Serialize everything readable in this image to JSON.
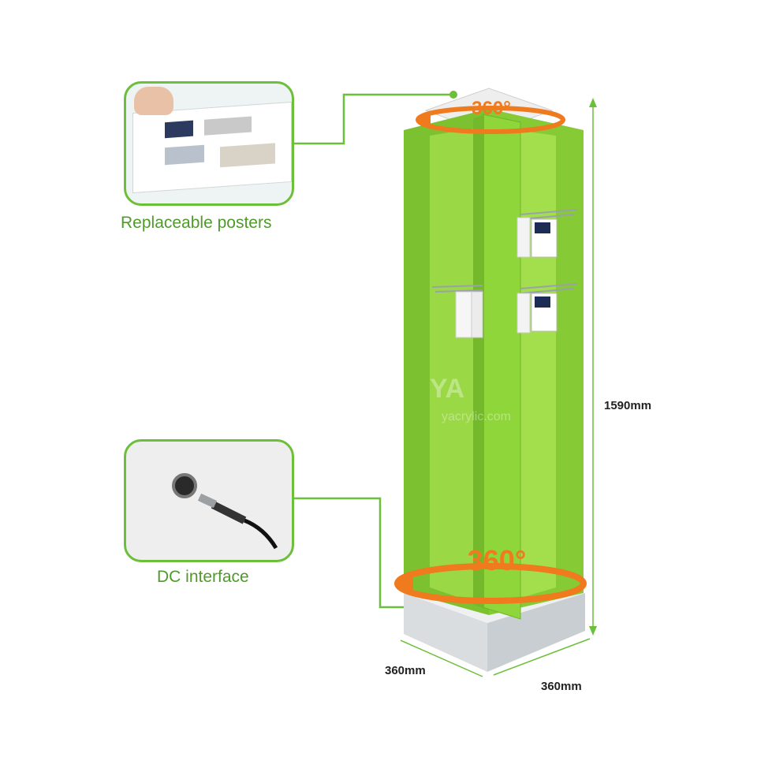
{
  "callouts": {
    "posters": {
      "label": "Replaceable posters"
    },
    "dc": {
      "label": "DC interface"
    }
  },
  "badges": {
    "top": "360°",
    "bottom": "360°"
  },
  "dimensions": {
    "height": "1590mm",
    "depth": "360mm",
    "width": "360mm"
  },
  "watermark": {
    "brand": "YA",
    "site": "yacrylic.com"
  },
  "colors": {
    "accent_green": "#6cbf3a",
    "panel_green": "#8fd63b",
    "rotation_orange": "#f07a1e"
  }
}
